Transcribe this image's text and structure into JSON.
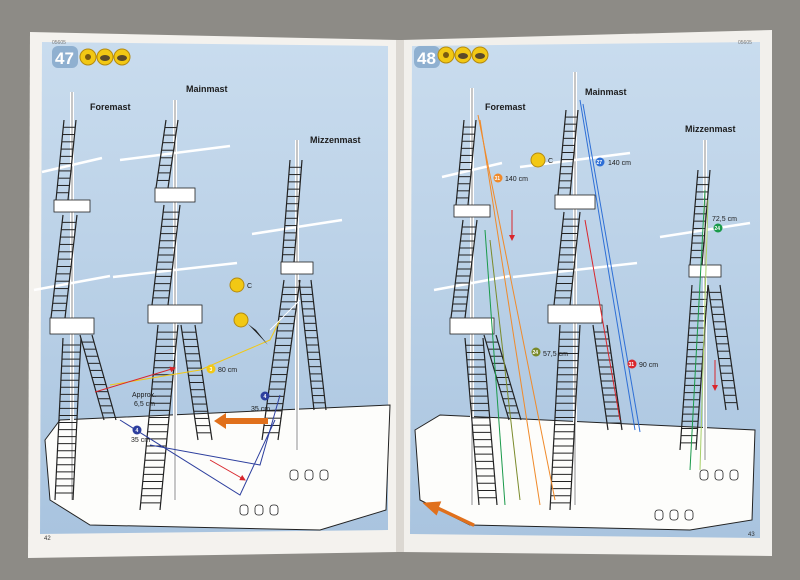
{
  "booklet": {
    "left_page": {
      "step_number": "47",
      "catalog_code": "05605",
      "folio": "42",
      "mast_labels": {
        "foremast": "Foremast",
        "mainmast": "Mainmast",
        "mizzenmast": "Mizzenmast"
      },
      "callouts": {
        "c_marker": "C",
        "rope_80": {
          "num": "3",
          "length": "80 cm"
        },
        "approx_line1": "Approx.",
        "approx_line2": "6,5 cm",
        "rope_35a": {
          "num": "4",
          "length": "35 cm"
        },
        "rope_35b": {
          "num": "4",
          "length": "35 cm"
        }
      }
    },
    "right_page": {
      "step_number": "48",
      "catalog_code": "05605",
      "folio": "43",
      "mast_labels": {
        "foremast": "Foremast",
        "mainmast": "Mainmast",
        "mizzenmast": "Mizzenmast"
      },
      "callouts": {
        "c_marker": "C",
        "rope_140a": {
          "num": "31",
          "length": "140 cm"
        },
        "rope_140b": {
          "num": "27",
          "length": "140 cm"
        },
        "rope_72": {
          "num": "24",
          "length": "72,5 cm"
        },
        "rope_57": {
          "num": "24",
          "length": "57,5 cm"
        },
        "rope_90": {
          "num": "31",
          "length": "90 cm"
        }
      }
    }
  },
  "colors": {
    "background": "#8d8b86",
    "paper": "#f4f2ee",
    "panel_top": "#c9dcee",
    "panel_bottom": "#a8c3de",
    "step_badge": "#8fb0d0",
    "ship_ink": "#222222",
    "arrow_orange": "#e0701c",
    "rope_yellow": "#f2c814",
    "rope_orange": "#f08a2a",
    "rope_blue": "#2e6fd6",
    "rope_navy": "#2d3f9e",
    "rope_red": "#d9262c",
    "rope_green": "#1a9a4a",
    "rope_olive": "#7a8a2a",
    "rope_light_green": "#a8d06a"
  },
  "icons": [
    "glue-tube-icon",
    "paint-icon",
    "rope-coil-icon",
    "c-marker-icon",
    "cement-dot-icon",
    "direction-arrow-icon"
  ]
}
